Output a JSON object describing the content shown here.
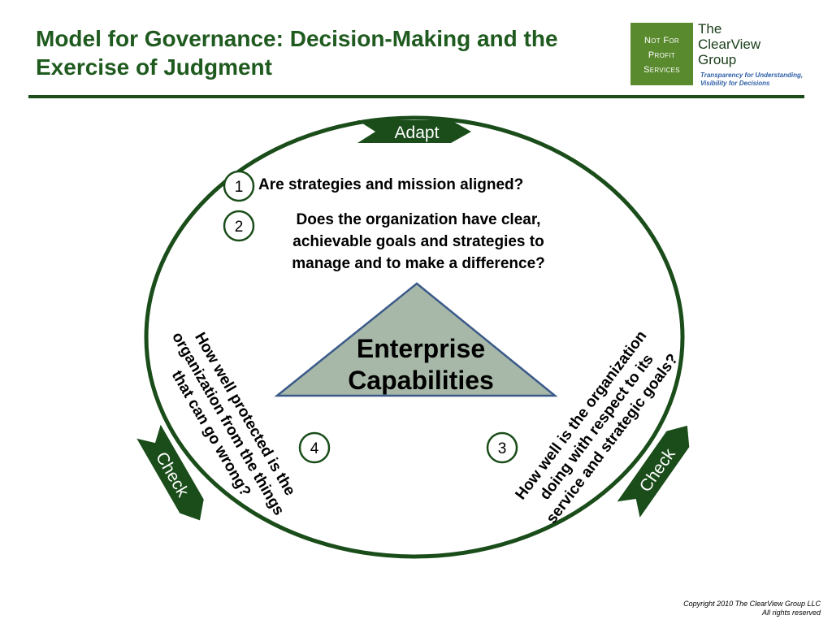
{
  "title": "Model for Governance: Decision-Making and the Exercise of Judgment",
  "logo": {
    "box_lines": [
      "Not For",
      "Profit",
      "Services"
    ],
    "name_lines": [
      "The",
      "ClearView",
      "Group"
    ],
    "tagline_lines": [
      "Transparency for Understanding,",
      "Visibility for Decisions"
    ]
  },
  "cycle": {
    "adapt_label": "Adapt",
    "check_left_label": "Check",
    "check_right_label": "Check"
  },
  "center": {
    "lines": [
      "Enterprise",
      "Capabilities"
    ]
  },
  "questions": [
    {
      "number": "1",
      "text": "Are strategies and mission aligned?"
    },
    {
      "number": "2",
      "lines": [
        "Does the organization have clear,",
        "achievable goals and strategies to",
        "manage and to make a difference?"
      ]
    },
    {
      "number": "3",
      "lines": [
        "How well is the organization",
        "doing with respect to its",
        "service and strategic goals?"
      ]
    },
    {
      "number": "4",
      "lines": [
        "How well protected is the",
        "organization from the things",
        "that can go wrong?"
      ]
    }
  ],
  "copyright": [
    "Copyright 2010 The ClearView Group LLC",
    "All rights reserved"
  ],
  "colors": {
    "title_green": "#1f5a1f",
    "dark_green": "#1a4d1a",
    "logo_green": "#5a8a2e",
    "triangle_fill": "#a8b8a8",
    "triangle_stroke": "#3a5a8a",
    "tagline_blue": "#2e5fa6"
  }
}
